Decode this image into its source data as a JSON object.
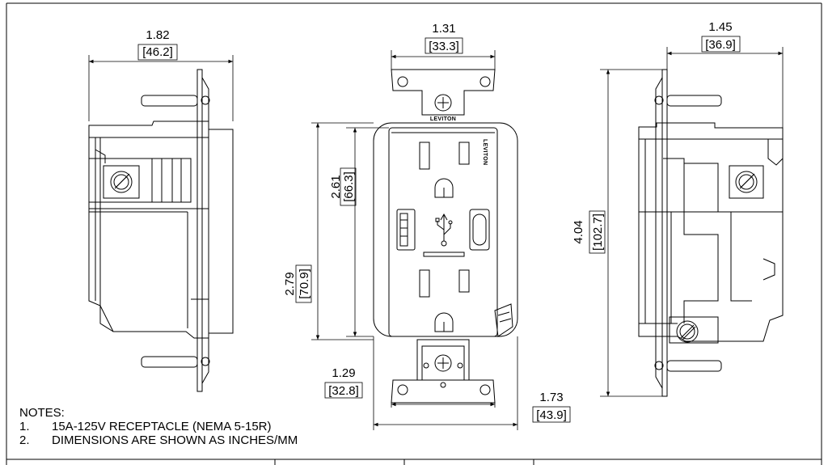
{
  "views": {
    "left_side": {
      "width_in": "1.82",
      "width_mm": "[46.2]"
    },
    "front": {
      "top_width_in": "1.31",
      "top_width_mm": "[33.3]",
      "inner_height_in": "2.61",
      "inner_height_mm": "[66.3]",
      "outer_height_in": "2.79",
      "outer_height_mm": "[70.9]",
      "strap_width_in": "1.29",
      "strap_width_mm": "[32.8]",
      "overall_width_in": "1.73",
      "overall_width_mm": "[43.9]",
      "brand_strap": "LEVITON",
      "brand_face": "LEVITON"
    },
    "right_side": {
      "depth_in": "1.45",
      "depth_mm": "[36.9]",
      "height_in": "4.04",
      "height_mm": "[102.7]"
    }
  },
  "notes": {
    "title": "NOTES:",
    "items": [
      {
        "num": "1.",
        "text": "15A-125V RECEPTACLE (NEMA 5-15R)"
      },
      {
        "num": "2.",
        "text": "DIMENSIONS ARE SHOWN AS INCHES/MM"
      }
    ]
  },
  "colors": {
    "line": "#000000",
    "background": "#ffffff"
  }
}
